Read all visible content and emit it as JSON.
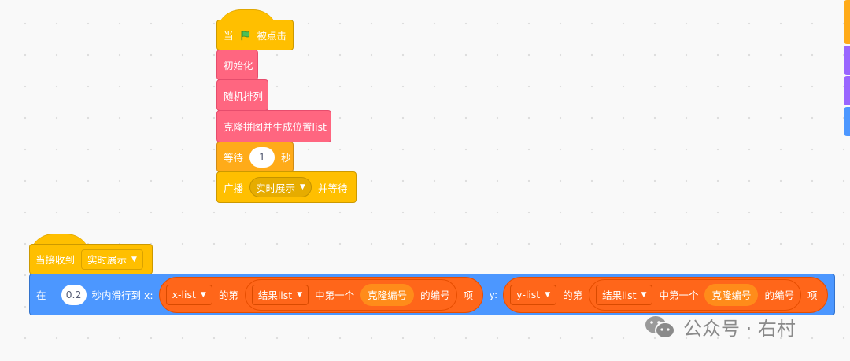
{
  "script1": {
    "hat": {
      "prefix": "当",
      "icon": "green-flag-icon",
      "suffix": "被点击"
    },
    "blocks": [
      "初始化",
      "随机排列",
      "克隆拼图并生成位置list"
    ],
    "wait": {
      "label": "等待",
      "value": "1",
      "unit": "秒"
    },
    "broadcast": {
      "label": "广播",
      "message": "实时展示",
      "suffix": "并等待"
    }
  },
  "script2": {
    "hat": {
      "label": "当接收到",
      "message": "实时展示"
    },
    "glide": {
      "prefix": "在",
      "seconds": "0.2",
      "mid": "秒内滑行到 x:",
      "y_label": "y:",
      "x_expr": {
        "list": "x-list",
        "of": "的第",
        "inner_list": "结果list",
        "first": "中第一个",
        "var": "克隆编号",
        "index_of": "的编号",
        "item": "项"
      },
      "y_expr": {
        "list": "y-list",
        "of": "的第",
        "inner_list": "结果list",
        "first": "中第一个",
        "var": "克隆编号",
        "index_of": "的编号",
        "item": "项"
      }
    }
  },
  "watermark": {
    "text": "公众号 · 右村"
  },
  "colors": {
    "events": "#FFBF00",
    "control": "#FFAB19",
    "my_blocks": "#FF6680",
    "motion": "#4C97FF",
    "lists": "#FF661A",
    "variables": "#FF8C1A",
    "category_tabs": [
      "#FFAB19",
      "#9966FF",
      "#9966FF",
      "#4C97FF"
    ]
  }
}
